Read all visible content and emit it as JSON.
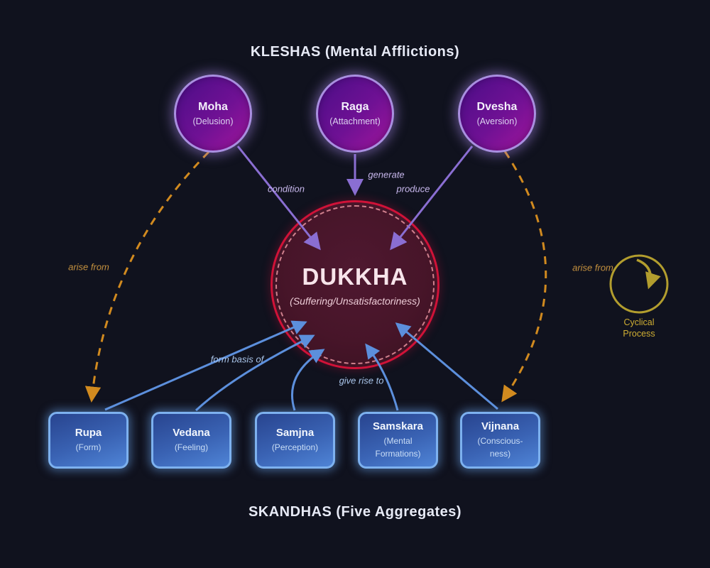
{
  "diagram": {
    "top_title": "KLESHAS (Mental Afflictions)",
    "bottom_title": "SKANDHAS (Five Aggregates)",
    "kleshas": [
      {
        "name": "Moha",
        "sub": "(Delusion)"
      },
      {
        "name": "Raga",
        "sub": "(Attachment)"
      },
      {
        "name": "Dvesha",
        "sub": "(Aversion)"
      }
    ],
    "dukkha": {
      "name": "DUKKHA",
      "sub": "(Suffering/Unsatisfactoriness)"
    },
    "skandhas": [
      {
        "name": "Rupa",
        "sub": "(Form)"
      },
      {
        "name": "Vedana",
        "sub": "(Feeling)"
      },
      {
        "name": "Samjna",
        "sub": "(Perception)"
      },
      {
        "name": "Samskara",
        "sub": "(Mental Formations)"
      },
      {
        "name": "Vijnana",
        "sub": "(Conscious-ness)"
      }
    ],
    "edge_labels": {
      "condition": "condition",
      "generate": "generate",
      "produce": "produce",
      "arise_from_left": "arise from",
      "arise_from_right": "arise from",
      "form_basis_of": "form basis of",
      "give_rise_to": "give rise to"
    },
    "cyclical_process": {
      "label": "Cyclical Process"
    },
    "colors": {
      "background": "#10121e",
      "klesha_border": "#a98fe0",
      "klesha_fill_start": "#4b0d87",
      "klesha_fill_end": "#a2169c",
      "dukkha_border": "#d01238",
      "skandha_border": "#7db1ef",
      "arrow_purple": "#8a6ed2",
      "arrow_blue": "#5c8fdc",
      "arrow_orange": "#d18a1f",
      "cycle_yellow": "#b29d2e"
    }
  }
}
